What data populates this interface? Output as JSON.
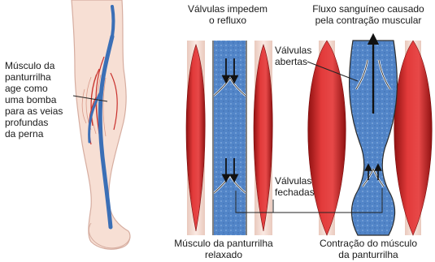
{
  "labels": {
    "calf_pump": "Músculo da\npanturrilha\nage como\numa bomba\npara as veias\nprofundas\nda perna",
    "valves_prevent_reflux": "Válvulas impedem\no refluxo",
    "blood_flow": "Fluxo sanguíneo causado\npela contração muscular",
    "valves_open": "Válvulas\nabertas",
    "valves_closed": "Válvulas\nfechadas",
    "relaxed": "Músculo da panturrilha\nrelaxado",
    "contracted": "Contração do músculo\nda panturrilha"
  },
  "colors": {
    "muscle": "#d42a2a",
    "muscle_dark": "#9e1515",
    "vein_fill": "#4a7bc0",
    "skin": "#f6ddd3",
    "skin_outline": "#d9b3a6"
  }
}
